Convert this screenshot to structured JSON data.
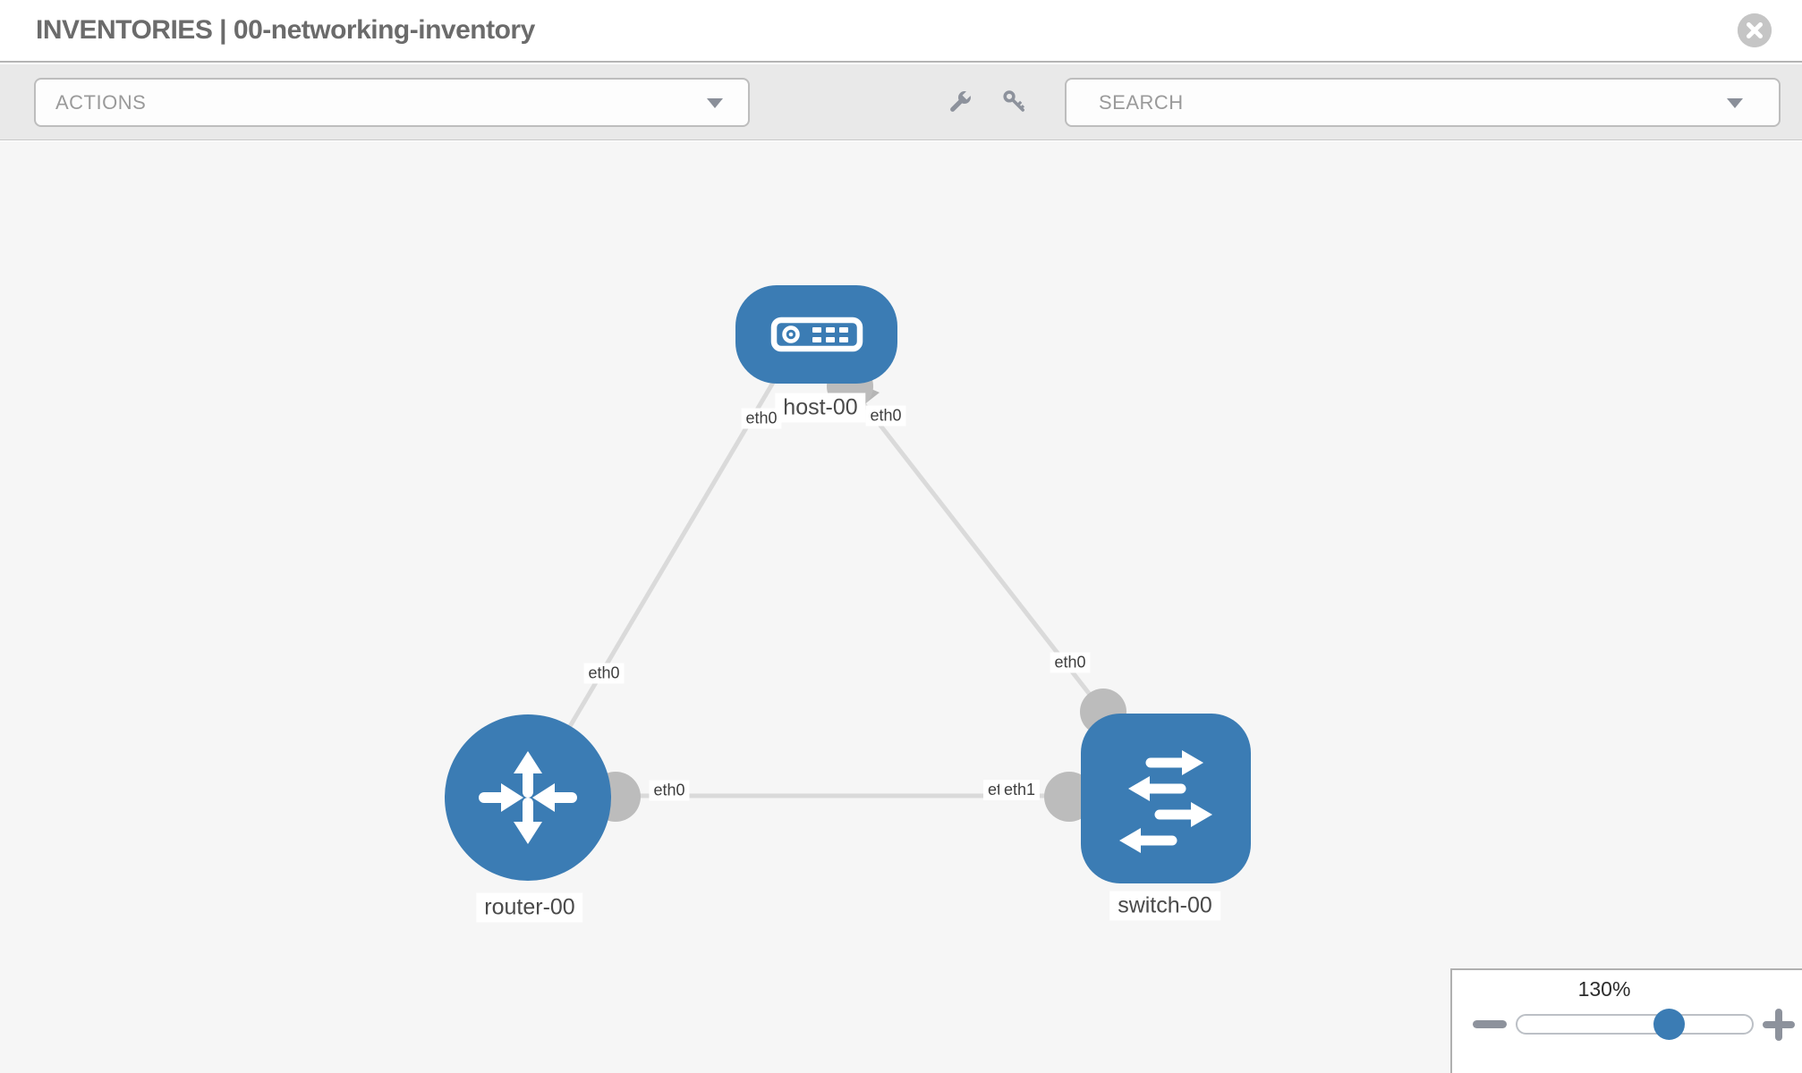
{
  "header": {
    "title": "INVENTORIES | 00-networking-inventory"
  },
  "toolbar": {
    "actions_label": "ACTIONS",
    "search_label": "SEARCH"
  },
  "topology": {
    "nodes": [
      {
        "id": "host-00",
        "label": "host-00",
        "type": "host"
      },
      {
        "id": "router-00",
        "label": "router-00",
        "type": "router"
      },
      {
        "id": "switch-00",
        "label": "switch-00",
        "type": "switch"
      }
    ],
    "links": [
      {
        "source": "host-00",
        "target": "router-00",
        "source_interface": "eth0",
        "target_interface": "eth0"
      },
      {
        "source": "host-00",
        "target": "switch-00",
        "source_interface": "eth0",
        "target_interface": "eth0"
      },
      {
        "source": "router-00",
        "target": "switch-00",
        "source_interface": "eth0",
        "target_interface": "eth1",
        "overlapped_interface": "eth0"
      }
    ]
  },
  "zoom_control": {
    "level_label": "130%",
    "percent": 130
  },
  "colors": {
    "node_blue": "#3b7cb4",
    "link_gray": "#dadada",
    "port_gray": "#bcbcbc",
    "canvas_bg": "#f6f6f6",
    "toolbar_bg": "#e9e9e9"
  }
}
